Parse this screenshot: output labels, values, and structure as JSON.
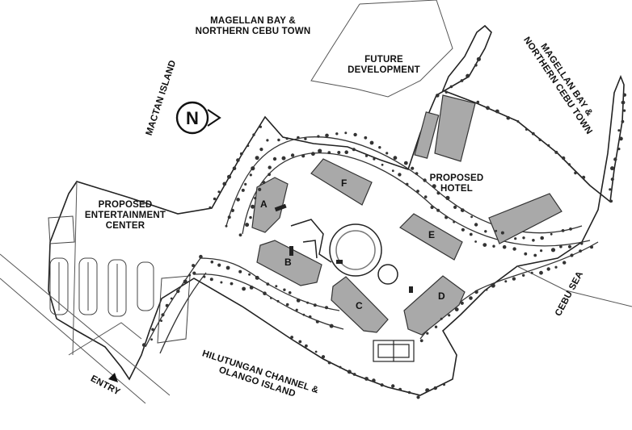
{
  "labels": {
    "north_top_line1": "MAGELLAN BAY &",
    "north_top_line2": "NORTHERN CEBU TOWN",
    "mactan": "MACTAN ISLAND",
    "future_line1": "FUTURE",
    "future_line2": "DEVELOPMENT",
    "east_line1": "MAGELLAN BAY &",
    "east_line2": "NORTHERN CEBU TOWN",
    "proposed_hotel_line1": "PROPOSED",
    "proposed_hotel_line2": "HOTEL",
    "entertainment_line1": "PROPOSED",
    "entertainment_line2": "ENTERTAINMENT",
    "entertainment_line3": "CENTER",
    "cebu_sea": "CEBU SEA",
    "channel_line1": "HILUTUNGAN CHANNEL &",
    "channel_line2": "OLANGO ISLAND",
    "entry": "ENTRY"
  },
  "compass": {
    "letter": "N",
    "icon": "north-arrow-icon"
  },
  "buildings": [
    {
      "id": "A"
    },
    {
      "id": "B"
    },
    {
      "id": "C"
    },
    {
      "id": "D"
    },
    {
      "id": "E"
    },
    {
      "id": "F"
    }
  ],
  "colors": {
    "building_fill": "#a9a9a9",
    "line": "#222222",
    "tree": "#333333"
  }
}
